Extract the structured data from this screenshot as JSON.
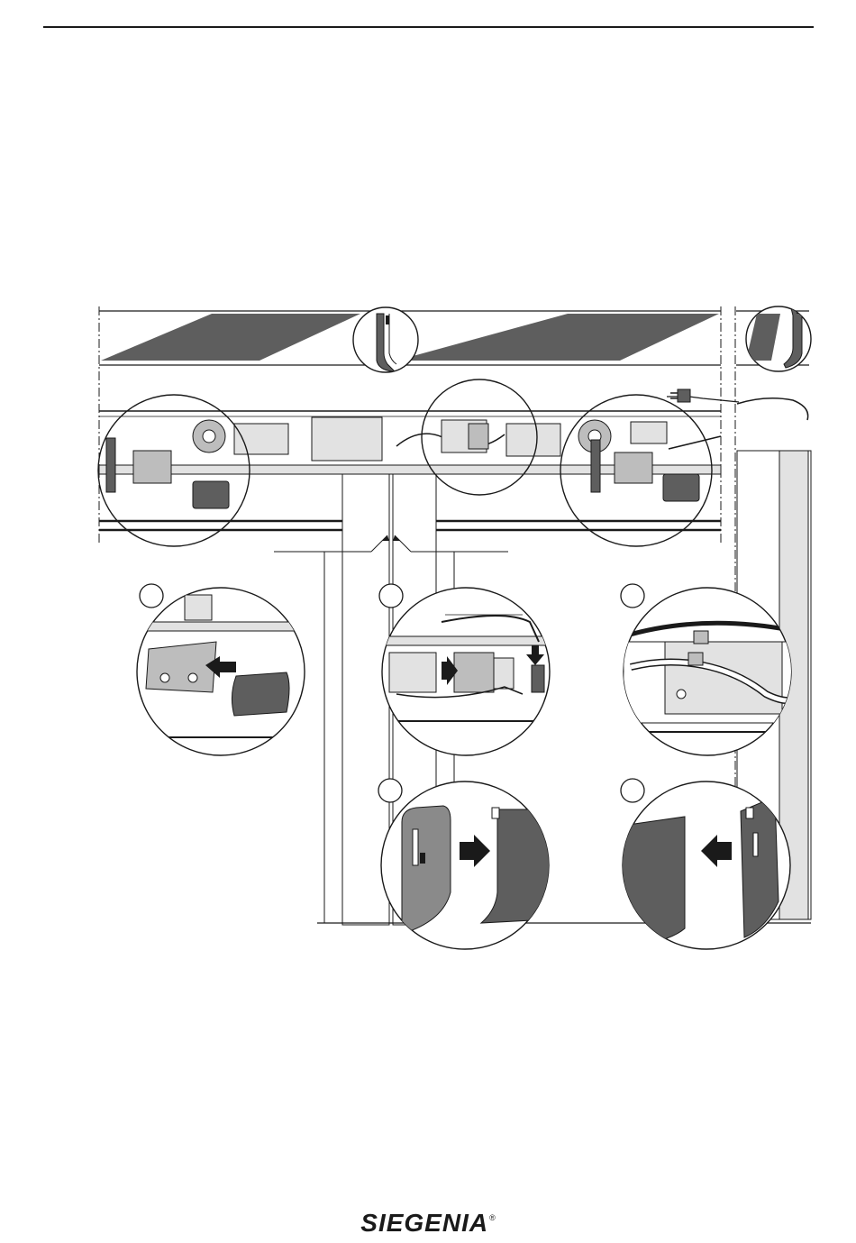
{
  "brand": {
    "name": "SIEGENIA",
    "registered_mark": "®"
  },
  "colors": {
    "line": "#1a1a1a",
    "dark_fill": "#5e5e5e",
    "mid_fill": "#bdbdbd",
    "light_fill": "#e2e2e2",
    "paper": "#ffffff"
  },
  "detail_views": [
    {
      "id": "detail-1",
      "content": "cover-clip-insert"
    },
    {
      "id": "detail-2",
      "content": "connector-plug"
    },
    {
      "id": "detail-3",
      "content": "cable-routing"
    },
    {
      "id": "detail-4",
      "content": "end-cap-left"
    },
    {
      "id": "detail-5",
      "content": "end-cap-right"
    }
  ],
  "icons": [
    "arrow-right-icon",
    "arrow-left-icon",
    "push-arrow-icon",
    "power-plug-icon"
  ]
}
